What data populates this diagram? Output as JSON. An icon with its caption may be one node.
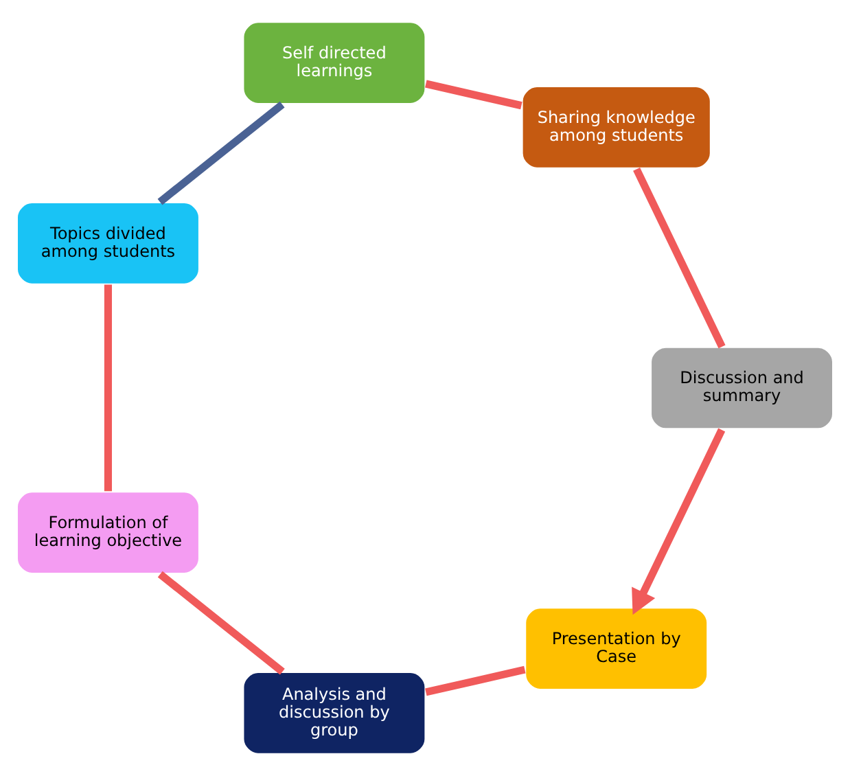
{
  "diagram": {
    "nodes": [
      {
        "text": [
          "Presentation by Case"
        ]
      },
      {
        "text": [
          "Analysis and discussion by group"
        ]
      },
      {
        "text": [
          "Formulation of learning objective"
        ]
      },
      {
        "text": [
          "Topics divided among students"
        ]
      },
      {
        "text": [
          "Self directed learnings"
        ]
      },
      {
        "text": [
          "Sharing knowledge among students"
        ]
      },
      {
        "text": [
          "Discussion and summary"
        ]
      }
    ],
    "edges": [
      {
        "from": 0,
        "to": 1,
        "arrow": "none"
      },
      {
        "from": 1,
        "to": 2,
        "arrow": "none"
      },
      {
        "from": 2,
        "to": 3,
        "arrow": "none"
      },
      {
        "from": 3,
        "to": 4,
        "arrow": "none",
        "color": "#4a6294"
      },
      {
        "from": 4,
        "to": 5,
        "arrow": "none"
      },
      {
        "from": 5,
        "to": 6,
        "arrow": "none"
      },
      {
        "from": 6,
        "to": 0,
        "arrow": "to"
      }
    ]
  }
}
